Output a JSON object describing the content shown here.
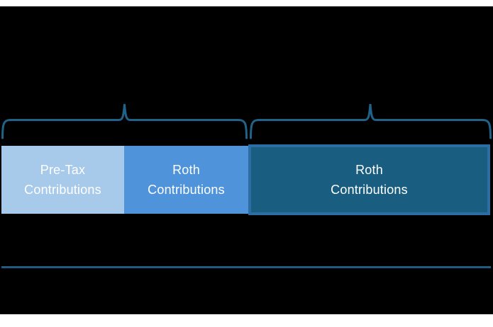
{
  "colors": {
    "background": "#000000",
    "top_strip": "#FFFFFF",
    "bottom_strip": "#FFFFFF",
    "brace": "#216289",
    "rule": "#1E5D81",
    "label_text": "#FFFFFF"
  },
  "bar": {
    "segments": [
      {
        "label": "Pre-Tax\nContributions",
        "color": "#A7CAEA",
        "width_pct": 25.1
      },
      {
        "label": "Roth\nContributions",
        "color": "#4F94DA",
        "width_pct": 25.4
      },
      {
        "label": "Roth\nContributions",
        "color": "#195D80",
        "border_color": "#2C6DA4",
        "width_pct": 49.5
      }
    ]
  },
  "braces": {
    "left_groups": "segments-1-and-2",
    "right_groups": "segment-3"
  }
}
